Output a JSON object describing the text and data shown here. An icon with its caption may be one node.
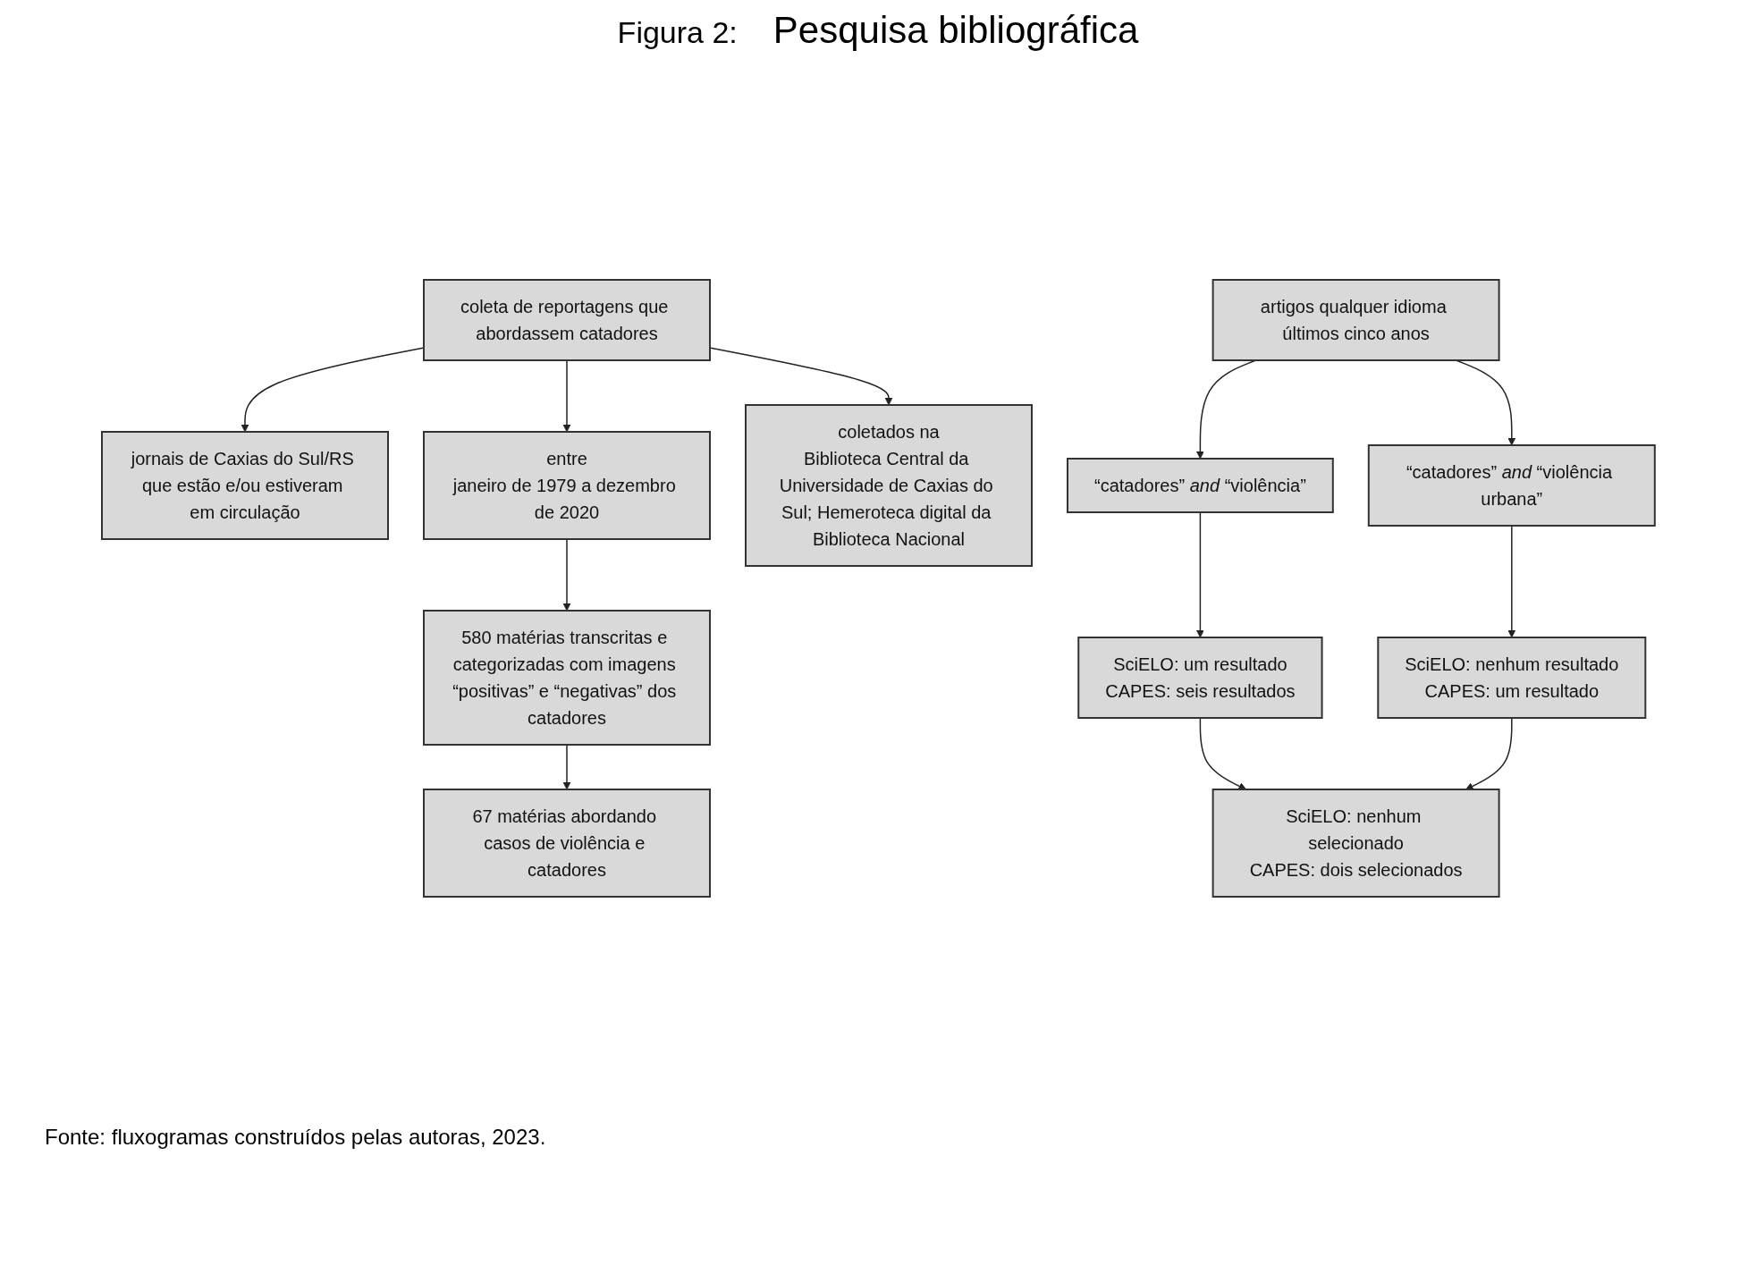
{
  "diagram": {
    "caption": "Fonte: fluxogramas construídos pelas autoras, 2023.",
    "nodes": [
      {
        "text": [
          "coleta de reportagens que abordassem catadores"
        ]
      },
      {
        "text": [
          "jornais de Caxias do Sul/RS que estão e/ou estiveram em circulação"
        ]
      },
      {
        "text": [
          "entre",
          "janeiro de 1979 a dezembro de 2020"
        ]
      },
      {
        "text": [
          "coletados na",
          "Biblioteca Central da Universidade de Caxias do Sul; Hemeroteca digital da Biblioteca Nacional"
        ]
      },
      {
        "text": [
          "580 matérias transcritas e categorizadas com imagens “positivas” e “negativas” dos catadores"
        ]
      },
      {
        "text": [
          "67 matérias abordando casos de violência e catadores"
        ]
      },
      {
        "text": [
          "artigos qualquer idioma últimos cinco anos"
        ]
      },
      {
        "text": [
          "“catadores” *and* “violência”"
        ]
      },
      {
        "text": [
          "“catadores” *and* “violência urbana”"
        ]
      },
      {
        "text": [
          "SciELO: um resultado",
          "CAPES: seis resultados"
        ]
      },
      {
        "text": [
          "SciELO: nenhum resultado",
          "CAPES: um resultado"
        ]
      },
      {
        "text": [
          "SciELO: nenhum selecionado",
          "CAPES: dois selecionados"
        ]
      }
    ],
    "edges": [
      {
        "from": 0,
        "to": 1,
        "arrow": "to"
      },
      {
        "from": 0,
        "to": 2,
        "arrow": "to"
      },
      {
        "from": 0,
        "to": 3,
        "arrow": "to"
      },
      {
        "from": 2,
        "to": 4,
        "arrow": "to"
      },
      {
        "from": 4,
        "to": 5,
        "arrow": "to"
      },
      {
        "from": 6,
        "to": 7,
        "arrow": "to"
      },
      {
        "from": 6,
        "to": 8,
        "arrow": "to"
      },
      {
        "from": 7,
        "to": 9,
        "arrow": "to"
      },
      {
        "from": 8,
        "to": 10,
        "arrow": "to"
      },
      {
        "from": 9,
        "to": 11,
        "arrow": "to"
      },
      {
        "from": 10,
        "to": 11,
        "arrow": "to"
      }
    ],
    "labels": [
      "Figura 2:",
      "Pesquisa bibliográfica"
    ]
  }
}
